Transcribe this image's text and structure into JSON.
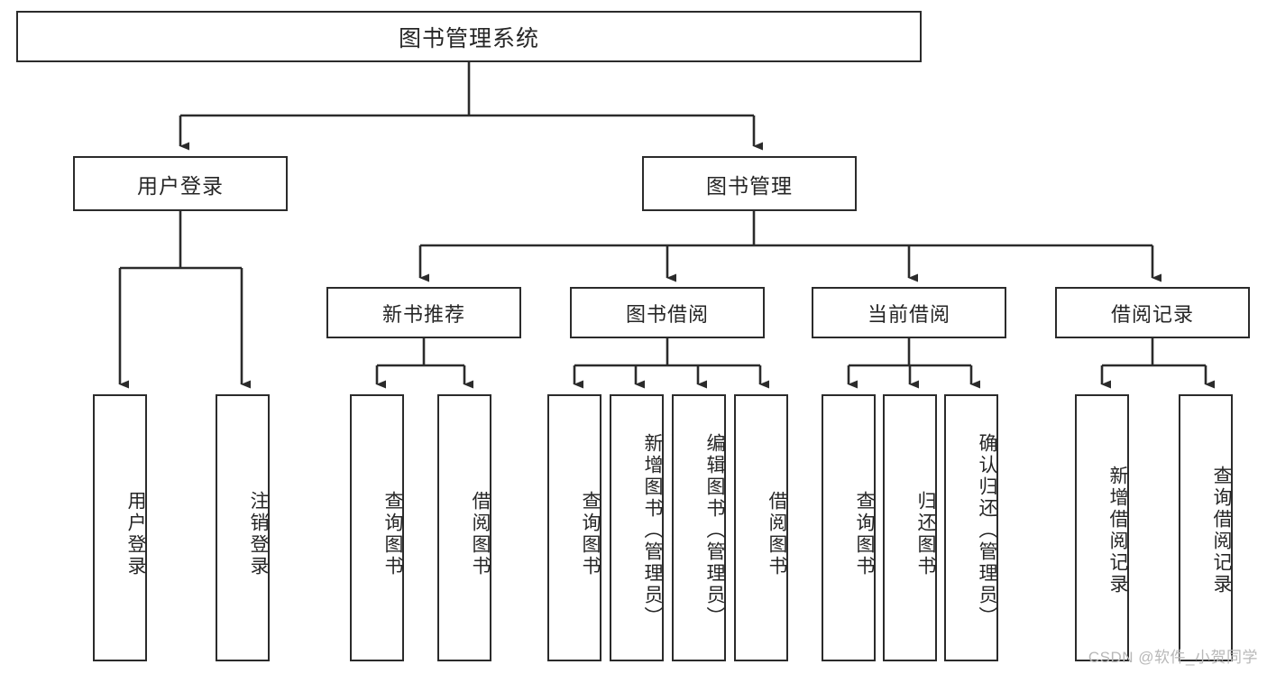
{
  "diagram": {
    "title": "图书管理系统",
    "watermark": "CSDN @软件_小贺同学",
    "colors": {
      "background": "#ffffff",
      "box_border": "#2b2b2b",
      "box_fill": "#ffffff",
      "connector": "#2b2b2b",
      "text": "#262626",
      "watermark": "#b8b8b8"
    }
  },
  "nodes": {
    "root": {
      "label": "图书管理系统"
    },
    "level1": [
      {
        "label": "用户登录"
      },
      {
        "label": "图书管理"
      }
    ],
    "level2": [
      {
        "label": "新书推荐"
      },
      {
        "label": "图书借阅"
      },
      {
        "label": "当前借阅"
      },
      {
        "label": "借阅记录"
      }
    ],
    "leaves": {
      "user_login": [
        {
          "label": "用户登录"
        },
        {
          "label": "注销登录"
        }
      ],
      "new_book_recommend": [
        {
          "label": "查询图书"
        },
        {
          "label": "借阅图书"
        }
      ],
      "book_borrow": [
        {
          "label": "查询图书"
        },
        {
          "label": "新增图书（管理员）"
        },
        {
          "label": "编辑图书（管理员）"
        },
        {
          "label": "借阅图书"
        }
      ],
      "current_borrow": [
        {
          "label": "查询图书"
        },
        {
          "label": "归还图书"
        },
        {
          "label": "确认归还（管理员）"
        }
      ],
      "borrow_record": [
        {
          "label": "新增借阅记录"
        },
        {
          "label": "查询借阅记录"
        }
      ]
    }
  }
}
